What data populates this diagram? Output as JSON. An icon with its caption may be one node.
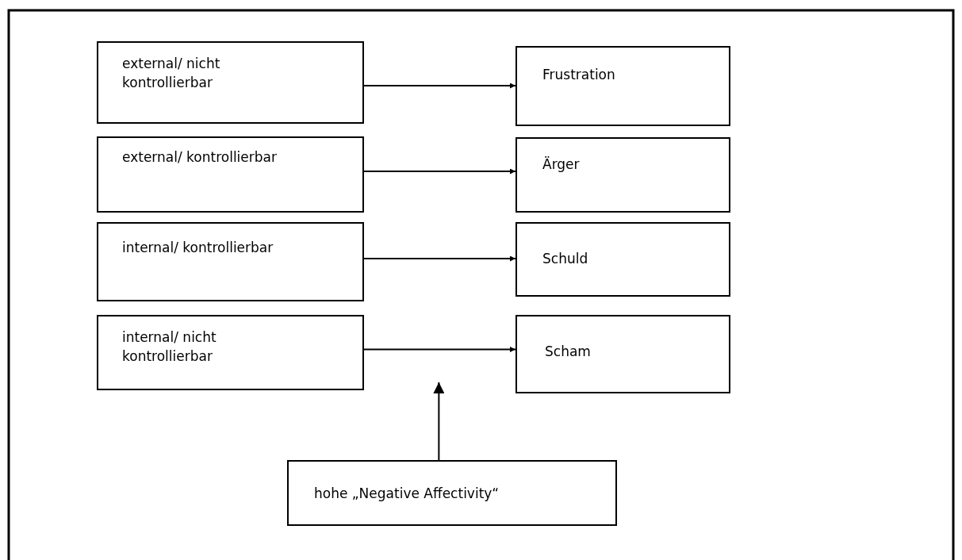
{
  "diagram": {
    "nodes": [
      {
        "text": [
          "external/ nicht kontrollierbar"
        ]
      },
      {
        "text": [
          "Frustration"
        ]
      },
      {
        "text": [
          "external/ kontrollierbar"
        ]
      },
      {
        "text": [
          "Ärger"
        ]
      },
      {
        "text": [
          "internal/ kontrollierbar"
        ]
      },
      {
        "text": [
          "Schuld"
        ]
      },
      {
        "text": [
          "internal/ nicht kontrollierbar"
        ]
      },
      {
        "text": [
          "Scham"
        ]
      },
      {
        "text": [
          "hohe „Negative Affectivity“"
        ]
      }
    ],
    "edges": [
      {
        "from": 0,
        "to": 1,
        "arrow": "to"
      },
      {
        "from": 2,
        "to": 3,
        "arrow": "to"
      },
      {
        "from": 4,
        "to": 5,
        "arrow": "to"
      },
      {
        "from": 6,
        "to": 7,
        "arrow": "to"
      },
      {
        "from": 8,
        "to": null,
        "arrow": "to"
      }
    ]
  }
}
